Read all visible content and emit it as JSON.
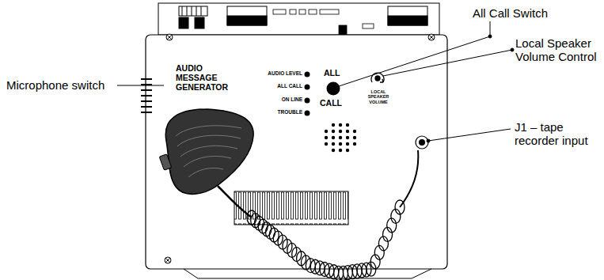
{
  "diagram": {
    "labels": [
      "All Call Switch",
      "Local Speaker Volume Control",
      "Microphone switch",
      "J1 – tape recorder input",
      "AUDIO MESSAGE GENERATOR",
      "AUDIO LEVEL",
      "ALL CALL",
      "ON LINE",
      "TROUBLE",
      "ALL",
      "CALL",
      "LOCAL SPEAKER VOLUME"
    ]
  }
}
